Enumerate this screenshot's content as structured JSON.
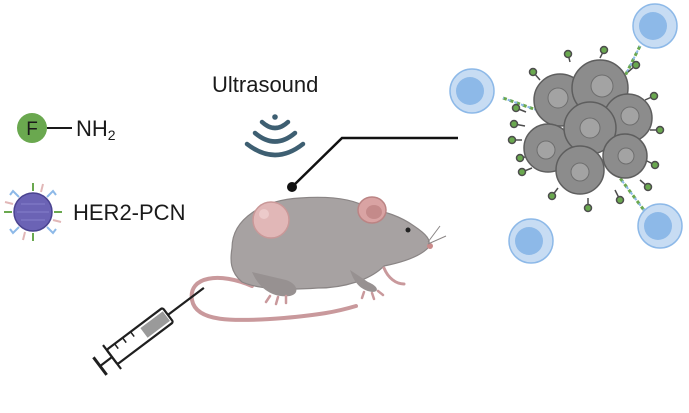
{
  "labels": {
    "ultrasound": "Ultrasound",
    "nh2_main": "NH",
    "nh2_sub": "2",
    "her2_pcn": "HER2-PCN",
    "f_symbol": "F"
  },
  "colors": {
    "mouse_body": "#a7a2a2",
    "mouse_ear": "#d9a3a3",
    "tumor_pink": "#e1b7b7",
    "tumor_cell": "#8c8c8c",
    "immune_cell": "#8db9e8",
    "ligand_green": "#6aa84f",
    "nanoparticle": "#6b63b5",
    "ultrasound_waves": "#3e5f72",
    "syringe_outline": "#1f1f1f"
  },
  "icons": {
    "ultrasound": "ultrasound-waves-icon",
    "fluorine_amine": "fluorine-molecule-icon",
    "nanoparticle": "nanoparticle-icon",
    "mouse": "mouse-illustration",
    "syringe": "syringe-icon",
    "tumor": "tumor-cluster-icon",
    "immune_cell": "immune-cell-icon"
  }
}
